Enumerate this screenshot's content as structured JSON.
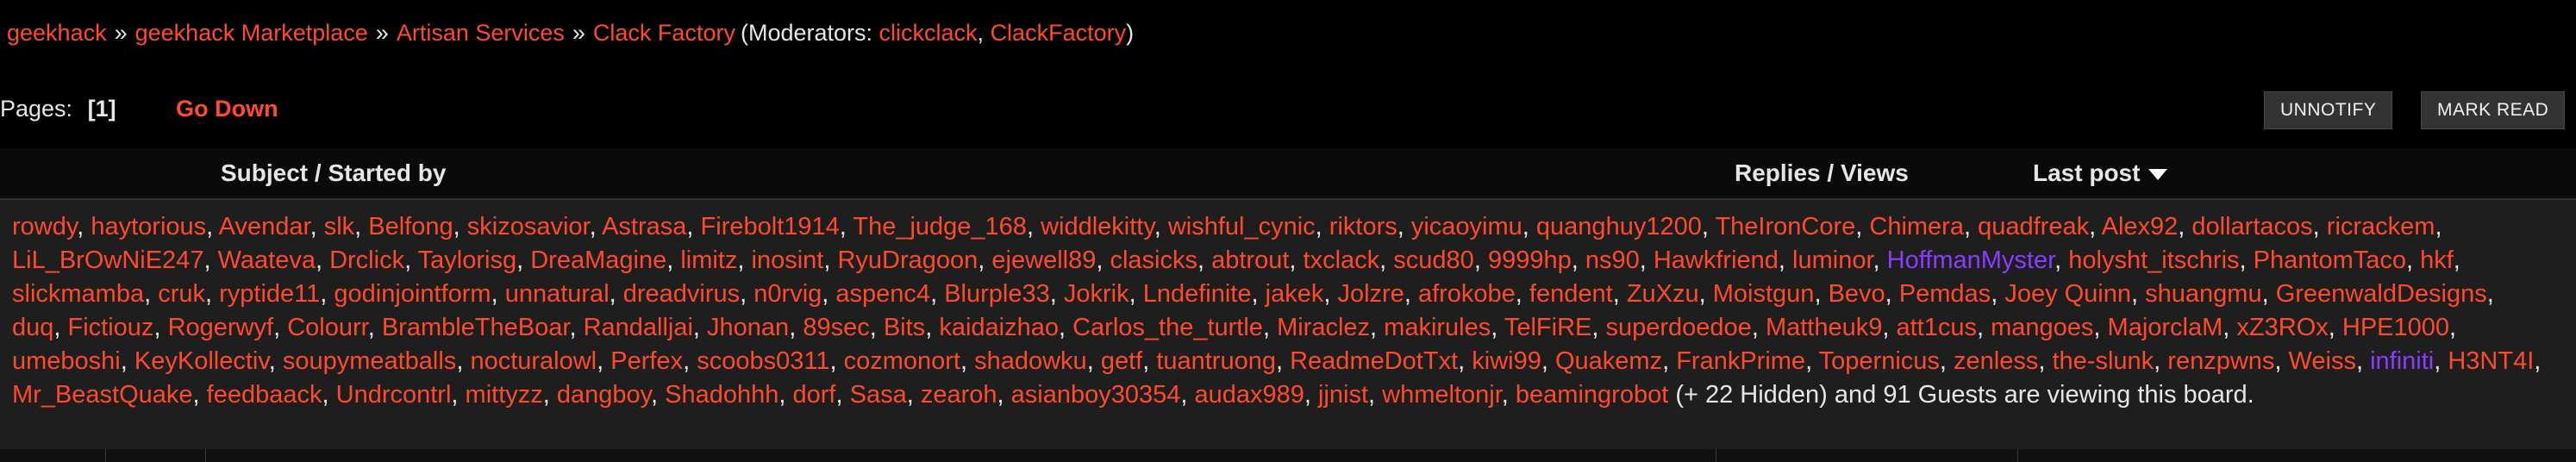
{
  "breadcrumb": {
    "items": [
      "geekhack",
      "geekhack Marketplace",
      "Artisan Services",
      "Clack Factory"
    ],
    "separator": "»",
    "moderators_prefix": "(Moderators: ",
    "moderators": [
      "clickclack",
      "ClackFactory"
    ],
    "moderators_sep": ", ",
    "moderators_suffix": ")"
  },
  "pagination": {
    "label": "Pages:",
    "current": "[1]",
    "go_down": "Go Down"
  },
  "buttons": {
    "unnotify": "UNNOTIFY",
    "mark_read": "MARK READ"
  },
  "table_header": {
    "subject": "Subject / Started by",
    "replies": "Replies / Views",
    "last_post": "Last post"
  },
  "viewers": {
    "users": [
      "rowdy",
      "haytorious",
      "Avendar",
      "slk",
      "Belfong",
      "skizosavior",
      "Astrasa",
      "Firebolt1914",
      "The_judge_168",
      "widdlekitty",
      "wishful_cynic",
      "riktors",
      "yicaoyimu",
      "quanghuy1200",
      "TheIronCore",
      "Chimera",
      "quadfreak",
      "Alex92",
      "dollartacos",
      "ricrackem",
      "LiL_BrOwNiE247",
      "Waateva",
      "Drclick",
      "Taylorisg",
      "DreaMagine",
      "limitz",
      "inosint",
      "RyuDragoon",
      "ejewell89",
      "clasicks",
      "abtrout",
      "txclack",
      "scud80",
      "9999hp",
      "ns90",
      "Hawkfriend",
      "luminor",
      "HoffmanMyster",
      "holysht_itschris",
      "PhantomTaco",
      "hkf",
      "slickmamba",
      "cruk",
      "ryptide11",
      "godinjointform",
      "unnatural",
      "dreadvirus",
      "n0rvig",
      "aspenc4",
      "Blurple33",
      "Jokrik",
      "Lndefinite",
      "jakek",
      "Jolzre",
      "afrokobe",
      "fendent",
      "ZuXzu",
      "Moistgun",
      "Bevo",
      "Pemdas",
      "Joey Quinn",
      "shuangmu",
      "GreenwaldDesigns",
      "duq",
      "Fictiouz",
      "Rogerwyf",
      "Colourr",
      "BrambleTheBoar",
      "Randalljai",
      "Jhonan",
      "89sec",
      "Bits",
      "kaidaizhao",
      "Carlos_the_turtle",
      "Miraclez",
      "makirules",
      "TelFiRE",
      "superdoedoe",
      "Mattheuk9",
      "att1cus",
      "mangoes",
      "MajorclaM",
      "xZ3ROx",
      "HPE1000",
      "umeboshi",
      "KeyKollectiv",
      "soupymeatballs",
      "nocturalowl",
      "Perfex",
      "scoobs0311",
      "cozmonort",
      "shadowku",
      "getf",
      "tuantruong",
      "ReadmeDotTxt",
      "kiwi99",
      "Quakemz",
      "FrankPrime",
      "Topernicus",
      "zenless",
      "the-slunk",
      "renzpwns",
      "Weiss",
      "infiniti",
      "H3NT4I",
      "Mr_BeastQuake",
      "feedbaack",
      "Undrcontrl",
      "mittyzz",
      "dangboy",
      "Shadohhh",
      "dorf",
      "Sasa",
      "zearoh",
      "asianboy30354",
      "audax989",
      "jjnist",
      "whmeltonjr",
      "beamingrobot"
    ],
    "moderator_users": [
      "HoffmanMyster",
      "infiniti"
    ],
    "summary": " (+ 22 Hidden) and 91 Guests are viewing this board."
  },
  "colors": {
    "background": "#000000",
    "link": "#ff4a2b",
    "moderator_link": "#8a3cff",
    "text": "#e6e6e6",
    "button_bg": "#333333",
    "viewers_bg": "#1e1e1e"
  }
}
